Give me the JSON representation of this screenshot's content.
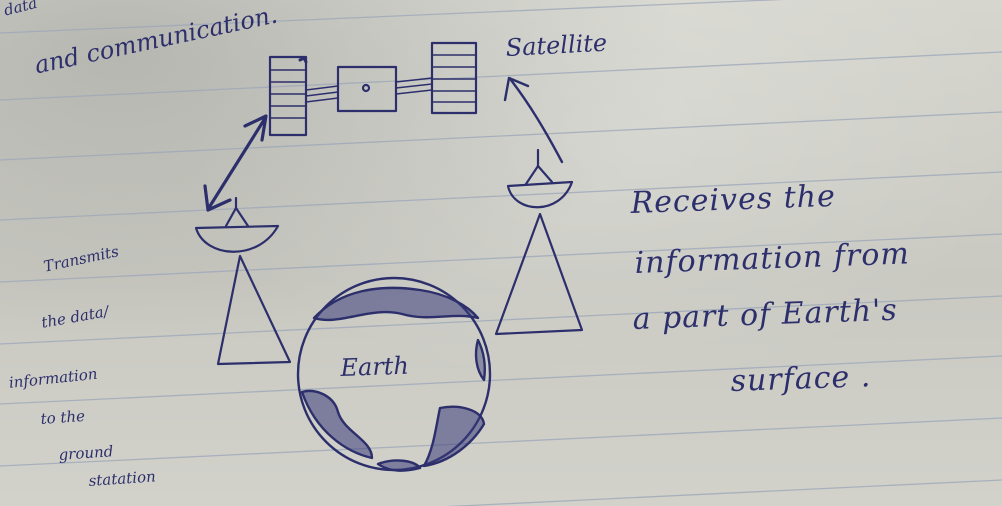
{
  "notes": {
    "top_partial": "data",
    "line1": "and   communication.",
    "satellite_label": "Satellite",
    "earth_label": "Earth",
    "left_note": [
      "Transmits",
      "the data/",
      "information",
      "to the",
      "ground",
      "statation"
    ],
    "right_note": [
      "Receives the",
      "information from",
      "a part of Earth's",
      "surface ."
    ]
  },
  "colors": {
    "ink": "#2c2f6b",
    "paper": "#cfcfc9",
    "rule_line": "#9aa6b8"
  }
}
